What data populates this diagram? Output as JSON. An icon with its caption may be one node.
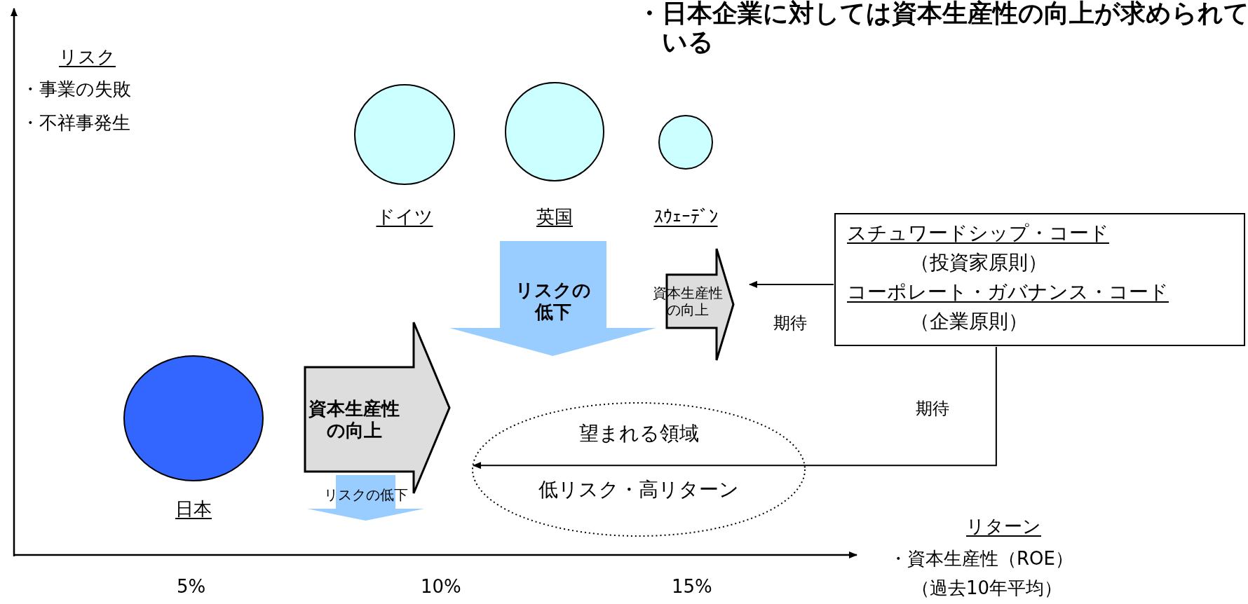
{
  "diagram": {
    "title": "・日本企業に対しては資本生産性の向上が求められている",
    "nodes": [
      {
        "text": [
          "ドイツ"
        ]
      },
      {
        "text": [
          "英国"
        ]
      },
      {
        "text": [
          "ｽｳｪｰﾃﾞﾝ"
        ]
      },
      {
        "text": [
          "日本"
        ]
      },
      {
        "text": [
          "リスクの低下"
        ]
      },
      {
        "text": [
          "資本生産性の向上"
        ]
      },
      {
        "text": [
          "資本生産性の向上"
        ]
      },
      {
        "text": [
          "リスクの低下"
        ]
      },
      {
        "text": [
          "望まれる領域",
          "低リスク・高リターン"
        ]
      },
      {
        "text": [
          "スチュワードシップ・コード",
          "（投資家原則）",
          "コーポレート・ガバナンス・コード",
          "（企業原則）"
        ]
      }
    ],
    "edges": [
      {
        "from": 9,
        "to": 5,
        "arrow": "to",
        "label": "期待"
      },
      {
        "from": 9,
        "to": 8,
        "arrow": "to",
        "label": "期待"
      }
    ],
    "labels": [
      "リスク",
      "・事業の失敗",
      "・不祥事発生",
      "リターン",
      "・資本生産性（ROE）",
      "（過去10年平均）",
      "5%",
      "10%",
      "15%"
    ]
  }
}
